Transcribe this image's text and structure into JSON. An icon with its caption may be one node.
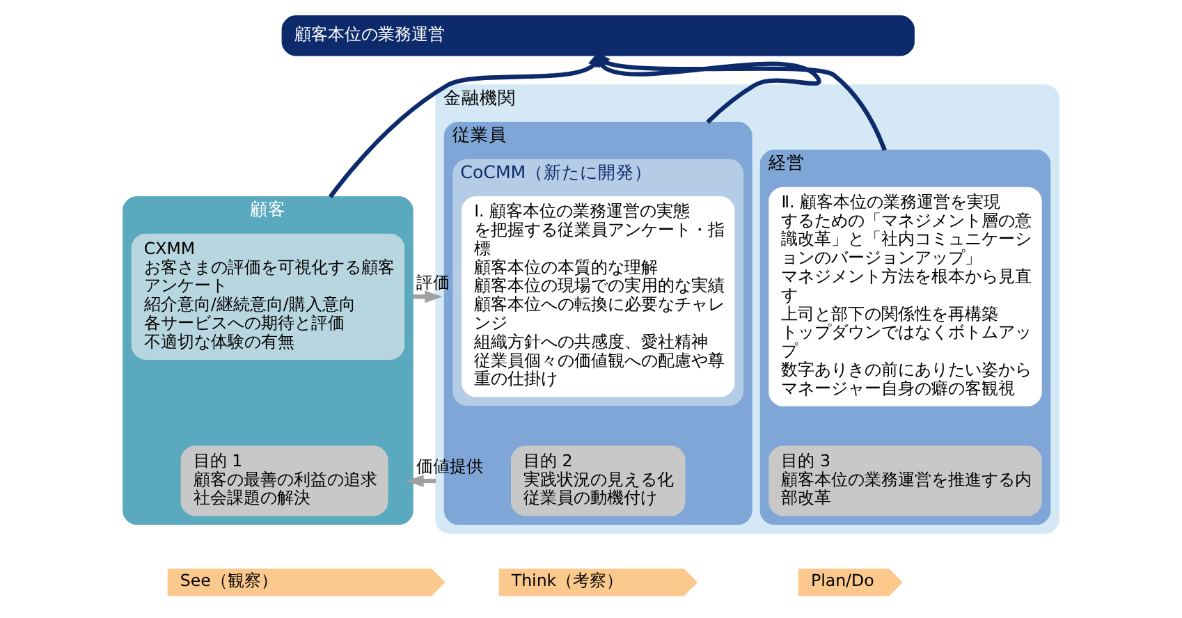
{
  "diagram": {
    "nodes": [
      {
        "text": [
          "顧客本位の業務運営"
        ]
      },
      {
        "text": [
          "顧客"
        ]
      },
      {
        "text": [
          "CXMM",
          "お客さまの評価を可視化する顧客アンケート",
          "紹介意向/継続意向/購入意向",
          "各サービスへの期待と評価",
          "不適切な体験の有無"
        ],
        "in": 1
      },
      {
        "text": [
          "目的 1",
          "顧客の最善の利益の追求",
          "社会課題の解決"
        ],
        "in": 1
      },
      {
        "text": [
          "金融機関"
        ]
      },
      {
        "text": [
          "従業員"
        ],
        "in": 4
      },
      {
        "text": [
          "CoCMM（新たに開発）"
        ],
        "in": 5
      },
      {
        "text": [
          "I. 顧客本位の業務運営の実態を把握する従業員アンケート・指標",
          "顧客本位の本質的な理解",
          "顧客本位の現場での実用的な実績",
          "顧客本位への転換に必要なチャレンジ",
          "組織方針への共感度、愛社精神",
          "従業員個々の価値観への配慮や尊重の仕掛け"
        ],
        "in": 6
      },
      {
        "text": [
          "目的 2",
          "実践状況の見える化",
          "従業員の動機付け"
        ],
        "in": 5
      },
      {
        "text": [
          "経営"
        ],
        "in": 4
      },
      {
        "text": [
          "Ⅱ. 顧客本位の業務運営を実現するための「マネジメント層の意識改革」と「社内コミュニケーションのバージョンアップ」",
          "マネジメント方法を根本から見直す",
          "上司と部下の関係性を再構築",
          "トップダウンではなくボトムアップ",
          "数字ありきの前にありたい姿から",
          "マネージャー自身の癖の客観視"
        ],
        "in": 9
      },
      {
        "text": [
          "目的 3",
          "顧客本位の業務運営を推進する内部改革"
        ],
        "in": 9
      },
      {
        "text": [
          "See（観察）"
        ]
      },
      {
        "text": [
          "Think（考察）"
        ]
      },
      {
        "text": [
          "Plan/Do"
        ]
      }
    ],
    "edges": [
      {
        "from": 1,
        "to": 0,
        "arrow": "to"
      },
      {
        "from": 5,
        "to": 0,
        "arrow": "to"
      },
      {
        "from": 9,
        "to": 0,
        "arrow": "to"
      },
      {
        "from": 1,
        "to": 4,
        "arrow": "to",
        "label": "評価",
        "color": "#a0a0a0"
      },
      {
        "from": 4,
        "to": 1,
        "arrow": "to",
        "label": "価値提供",
        "color": "#a0a0a0"
      }
    ]
  }
}
